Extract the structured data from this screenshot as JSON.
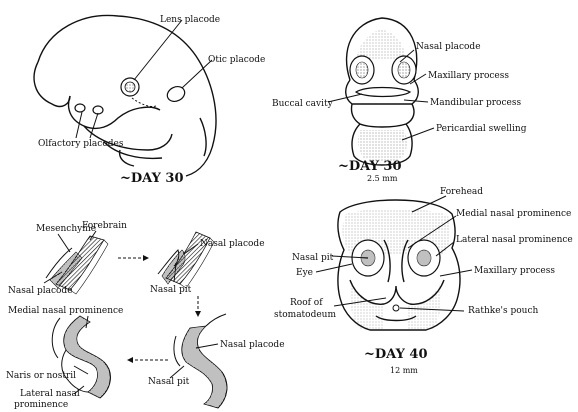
{
  "panels": {
    "top_left": {
      "labels": {
        "lens_placode": "Lens placode",
        "otic_placode": "Otic placode",
        "olfactory_placodes": "Olfactory placodes"
      },
      "day": "~DAY 30"
    },
    "top_right": {
      "labels": {
        "nasal_placode": "Nasal placode",
        "maxillary_process": "Maxillary process",
        "buccal_cavity": "Buccal cavity",
        "mandibular_process": "Mandibular process",
        "pericardial_swelling": "Pericardial swelling"
      },
      "day": "~DAY 30",
      "size": "2.5 mm"
    },
    "bottom_left": {
      "labels": {
        "mesenchyme": "Mesenchyme",
        "forebrain": "Forebrain",
        "nasal_placode_1": "Nasal placode",
        "nasal_placode_2": "Nasal placode",
        "nasal_pit_1": "Nasal pit",
        "medial_nasal_prominence": "Medial nasal prominence",
        "nasal_placode_3": "Nasal placode",
        "naris_or_nostril": "Naris or nostril",
        "lateral_nasal_prominence": "Lateral nasal prominence",
        "nasal_pit_2": "Nasal pit"
      }
    },
    "bottom_right": {
      "labels": {
        "forehead": "Forehead",
        "medial_nasal_prominence": "Medial nasal prominence",
        "lateral_nasal_prominence": "Lateral nasal prominence",
        "nasal_pit": "Nasal pit",
        "eye": "Eye",
        "maxillary_process": "Maxillary process",
        "roof_of_stomatodeum": "Roof of stomatodeum",
        "rathkes_pouch": "Rathke's pouch"
      },
      "day": "~DAY 40",
      "size": "12 mm"
    }
  }
}
